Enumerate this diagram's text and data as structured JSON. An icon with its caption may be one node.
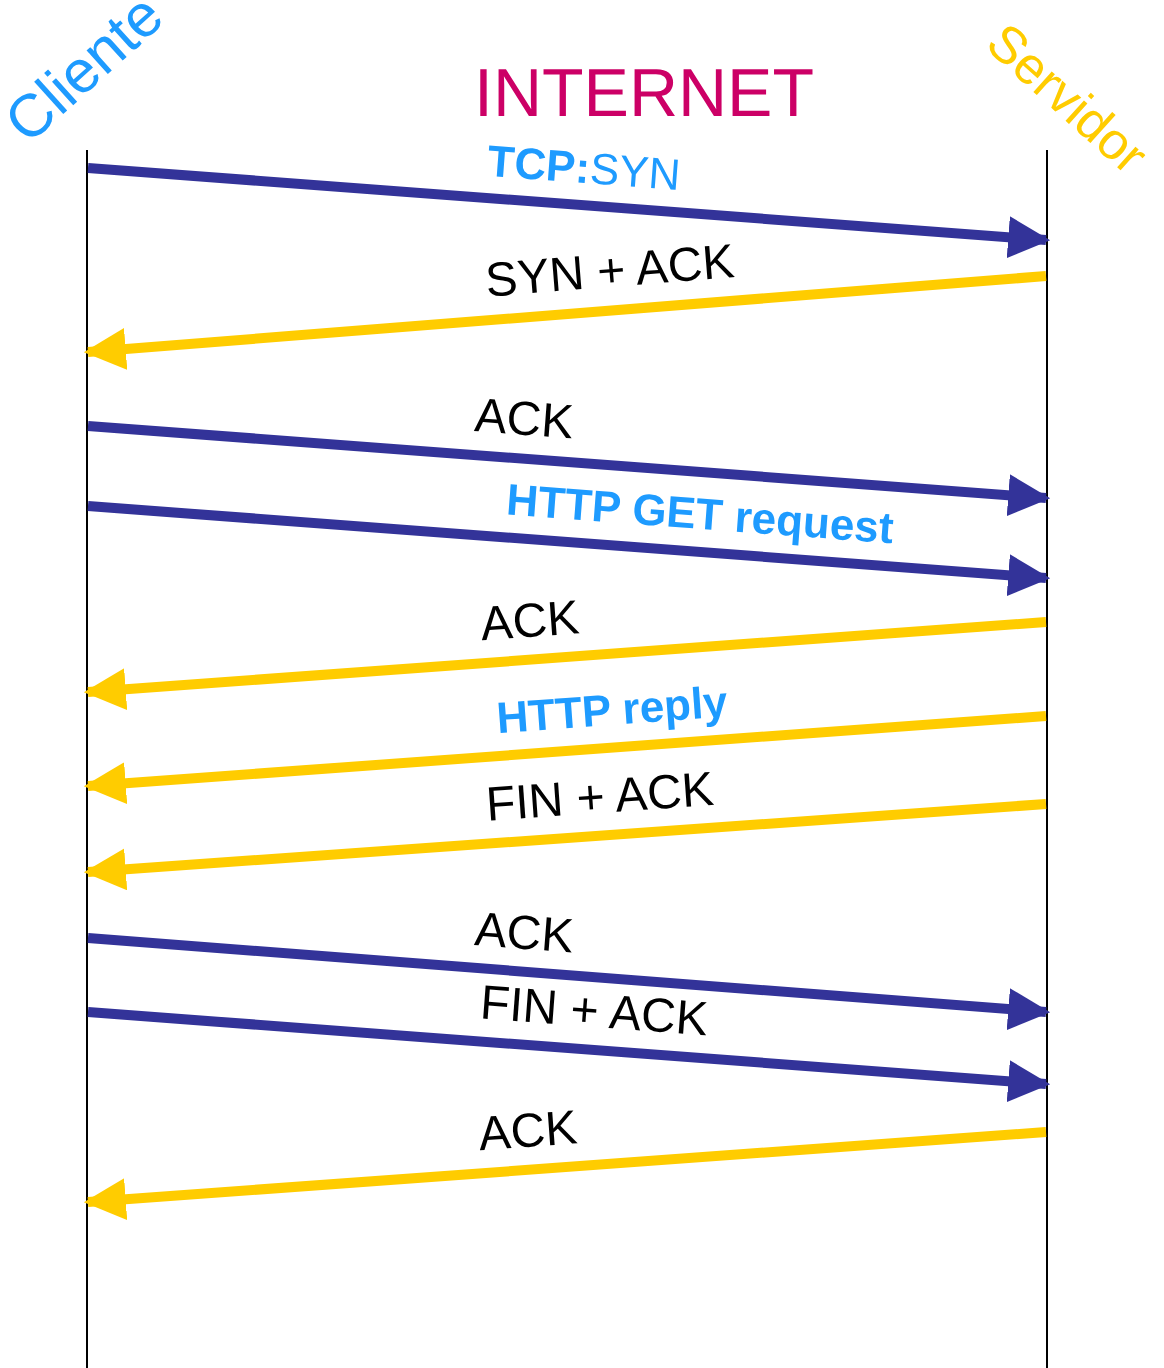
{
  "diagram": {
    "title": "INTERNET",
    "nodes": [
      {
        "text": [
          "Cliente"
        ]
      },
      {
        "text": [
          "Servidor"
        ]
      }
    ],
    "edges": [
      {
        "from": 0,
        "to": 1,
        "arrow": "to",
        "label": "**TCP:**SYN",
        "color": "#333399"
      },
      {
        "from": 1,
        "to": 0,
        "arrow": "to",
        "label": "SYN + ACK",
        "color": "#ffcc00"
      },
      {
        "from": 0,
        "to": 1,
        "arrow": "to",
        "label": "ACK",
        "color": "#333399"
      },
      {
        "from": 0,
        "to": 1,
        "arrow": "to",
        "label": "HTTP GET request",
        "color": "#333399"
      },
      {
        "from": 1,
        "to": 0,
        "arrow": "to",
        "label": "ACK",
        "color": "#ffcc00"
      },
      {
        "from": 1,
        "to": 0,
        "arrow": "to",
        "label": "HTTP reply",
        "color": "#ffcc00"
      },
      {
        "from": 1,
        "to": 0,
        "arrow": "to",
        "label": "FIN + ACK",
        "color": "#ffcc00"
      },
      {
        "from": 0,
        "to": 1,
        "arrow": "to",
        "label": "ACK",
        "color": "#333399"
      },
      {
        "from": 0,
        "to": 1,
        "arrow": "to",
        "label": "FIN + ACK",
        "color": "#333399"
      },
      {
        "from": 1,
        "to": 0,
        "arrow": "to",
        "label": "ACK",
        "color": "#ffcc00"
      }
    ]
  }
}
